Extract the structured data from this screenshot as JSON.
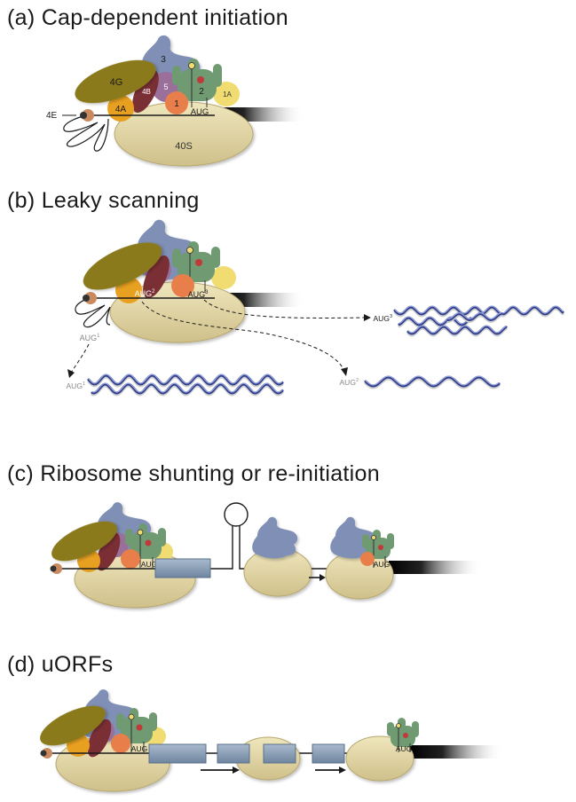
{
  "panels": {
    "a": {
      "title": "(a) Cap-dependent initiation"
    },
    "b": {
      "title": "(b) Leaky scanning"
    },
    "c": {
      "title": "(c) Ribosome shunting or re-initiation"
    },
    "d": {
      "title": "(d) uORFs"
    }
  },
  "labels": {
    "subunit_40s": "40S",
    "factor_3": "3",
    "factor_4g": "4G",
    "factor_4b": "4B",
    "factor_5": "5",
    "factor_2": "2",
    "factor_1": "1",
    "factor_1a": "1A",
    "factor_4a": "4A",
    "factor_4e": "4E",
    "aug": "AUG",
    "aug1": "AUG",
    "aug2": "AUG",
    "aug3": "AUG",
    "sup1": "1",
    "sup2": "2",
    "sup3": "3"
  },
  "colors": {
    "ribosome": "#e4d9a8",
    "eif3": "#7f8fb5",
    "eif4g": "#8a7a1f",
    "eif4b": "#7a2f35",
    "eif4a": "#e8a020",
    "eif5": "#9a6f9a",
    "eif2": "#6f9a72",
    "eif1": "#e87f4a",
    "eif1a": "#f0dc70",
    "cap": "#c98a60",
    "uorf_box": "#8fa3bb",
    "protein": "#3a4a9a"
  }
}
